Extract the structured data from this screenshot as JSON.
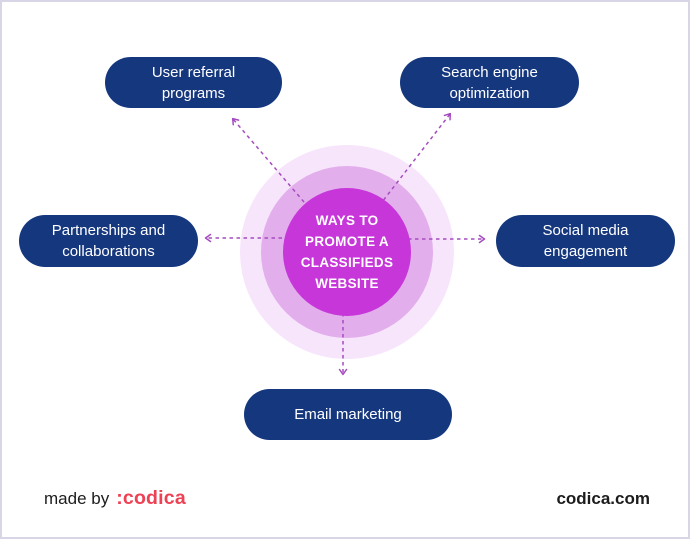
{
  "colors": {
    "canvas-bg": "#FFFFFF",
    "canvas-border": "#D8D5E6",
    "hub-inner": "#C636D9",
    "hub-ring-middle": "#E2AFEC",
    "hub-ring-outer": "#F7E6FB",
    "hub-text": "#FFFFFF",
    "pill-bg": "#15377E",
    "pill-text": "#FFFFFF",
    "arrow": "#A44CBF",
    "footer-text": "#1C1C1C",
    "brand-red": "#EE4154"
  },
  "hub": {
    "title": "Ways to promote a classifieds website",
    "title_lines": [
      "WAYS TO",
      "PROMOTE A",
      "CLASSIFIEDS",
      "WEBSITE"
    ]
  },
  "nodes": [
    {
      "id": "user-referral-programs",
      "label": "User referral programs",
      "lines": [
        "User referral",
        "programs"
      ]
    },
    {
      "id": "search-engine-optimization",
      "label": "Search engine optimization",
      "lines": [
        "Search engine",
        "optimization"
      ]
    },
    {
      "id": "partnerships-and-collaborations",
      "label": "Partnerships and collaborations",
      "lines": [
        "Partnerships and",
        "collaborations"
      ]
    },
    {
      "id": "social-media-engagement",
      "label": "Social media engagement",
      "lines": [
        "Social media",
        "engagement"
      ]
    },
    {
      "id": "email-marketing",
      "label": "Email marketing",
      "lines": [
        "Email marketing"
      ]
    }
  ],
  "footer": {
    "made_by_label": "made by",
    "brand": ":codica",
    "site": "codica.com"
  }
}
